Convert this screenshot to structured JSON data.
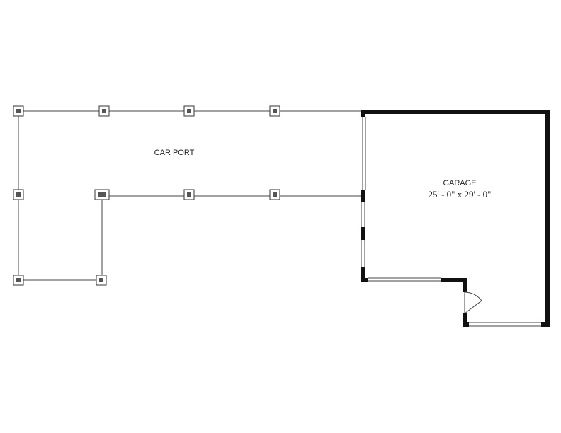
{
  "labels": {
    "carport": "CAR PORT",
    "garage_name": "GARAGE",
    "garage_size": "25' - 0\" x 29' - 0\""
  },
  "colors": {
    "line": "#444444",
    "wall": "#111111",
    "post_fill": "#ffffff",
    "post_core": "#555555"
  }
}
